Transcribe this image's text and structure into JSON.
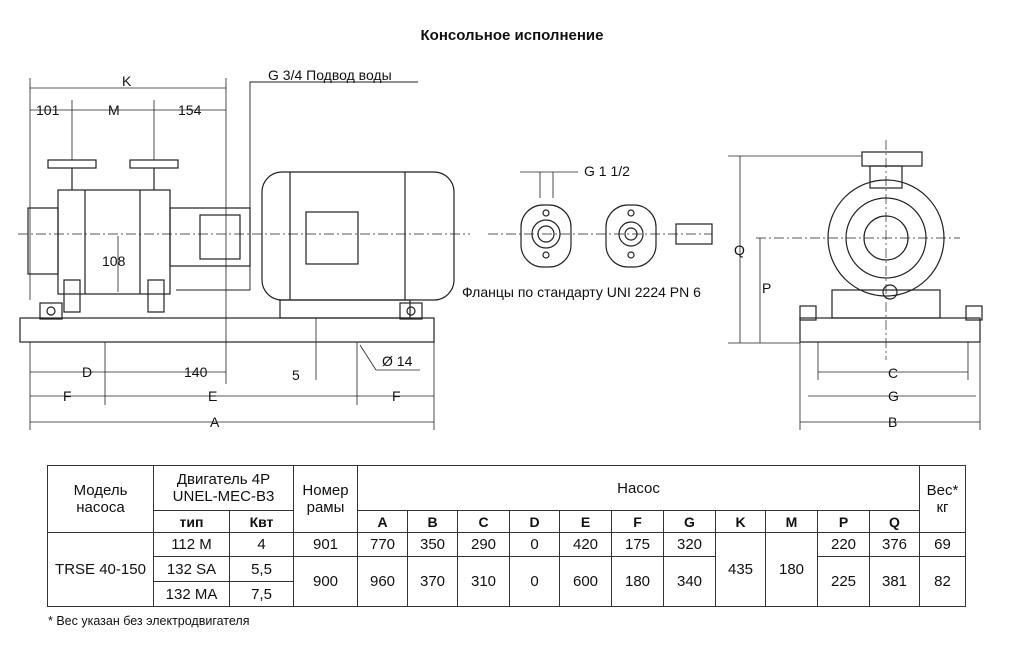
{
  "title": "Консольное исполнение",
  "drawing": {
    "water_inlet": "G 3/4   Подвод воды",
    "flange_note": "Фланцы по стандарту UNI 2224 PN 6",
    "flange_thread": "G 1 1/2",
    "dims": {
      "K": "K",
      "M": "M",
      "d101": "101",
      "d154": "154",
      "d108": "108",
      "D": "D",
      "d140": "140",
      "d5": "5",
      "hole": "Ø 14",
      "F1": "F",
      "E": "E",
      "F2": "F",
      "A": "A",
      "Q": "Q",
      "P": "P",
      "C": "C",
      "G": "G",
      "B": "B"
    }
  },
  "table": {
    "model_header": "Модель насоса",
    "motor_header": "Двигатель 4P UNEL-MEC-B3",
    "type_header": "тип",
    "kw_header": "Квт",
    "frame_header": "Номер рамы",
    "pump_header": "Насос",
    "weight_header": "Вес* кг",
    "dim_headers": [
      "A",
      "B",
      "C",
      "D",
      "E",
      "F",
      "G",
      "K",
      "M",
      "P",
      "Q"
    ],
    "model": "TRSE 40-150",
    "rows": [
      {
        "type": "112 M",
        "kw": "4",
        "frame": "901",
        "A": "770",
        "B": "350",
        "C": "290",
        "D": "0",
        "E": "420",
        "F": "175",
        "G": "320",
        "P": "220",
        "Q": "376",
        "weight": "69"
      },
      {
        "type": "132 SA",
        "kw": "5,5"
      },
      {
        "type": "132 MA",
        "kw": "7,5"
      }
    ],
    "merged": {
      "frame": "900",
      "A": "960",
      "B": "370",
      "C": "310",
      "D": "0",
      "E": "600",
      "F": "180",
      "G": "340",
      "P": "225",
      "Q": "381",
      "weight": "82"
    },
    "K": "435",
    "M": "180"
  },
  "footnote": "* Вес указан без электродвигателя"
}
